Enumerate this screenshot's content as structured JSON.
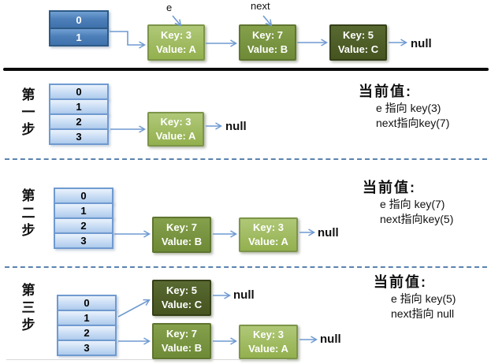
{
  "colors": {
    "bucket_blue": "#4F81BD",
    "bucket_blue_border": "#2D5986",
    "cell_blue": "#C8DCF4",
    "cell_blue_border": "#6F9AD0",
    "node_green_light": "#9FBC63",
    "node_green_mid": "#789440",
    "node_green_dark": "#4D5F26",
    "arrow_blue": "#6F9AD0",
    "dashed_separator": "#5B83AE",
    "solid_separator": "#0B0B0B"
  },
  "top": {
    "bucket_cells": [
      "0",
      "1"
    ],
    "pointer_e": "e",
    "pointer_next": "next",
    "nodes": [
      {
        "key": "Key: 3",
        "value": "Value: A"
      },
      {
        "key": "Key: 7",
        "value": "Value: B"
      },
      {
        "key": "Key: 5",
        "value": "Value: C"
      }
    ],
    "null_label": "null"
  },
  "steps": [
    {
      "label_chars": [
        "第",
        "一",
        "步"
      ],
      "table_cells": [
        "0",
        "1",
        "2",
        "3"
      ],
      "rows": [
        {
          "nodes": [
            {
              "key": "Key: 3",
              "value": "Value: A"
            }
          ],
          "null_label": "null"
        }
      ],
      "status": {
        "title": "当前值:",
        "lines": [
          "e 指向 key(3)",
          "next指向key(7)"
        ]
      }
    },
    {
      "label_chars": [
        "第",
        "二",
        "步"
      ],
      "table_cells": [
        "0",
        "1",
        "2",
        "3"
      ],
      "rows": [
        {
          "nodes": [
            {
              "key": "Key: 7",
              "value": "Value: B"
            },
            {
              "key": "Key: 3",
              "value": "Value: A"
            }
          ],
          "null_label": "null"
        }
      ],
      "status": {
        "title": "当前值:",
        "lines": [
          "e 指向 key(7)",
          "next指向key(5)"
        ]
      }
    },
    {
      "label_chars": [
        "第",
        "三",
        "步"
      ],
      "table_cells": [
        "0",
        "1",
        "2",
        "3"
      ],
      "rows": [
        {
          "nodes": [
            {
              "key": "Key: 5",
              "value": "Value: C"
            }
          ],
          "null_label": "null"
        },
        {
          "nodes": [
            {
              "key": "Key: 7",
              "value": "Value: B"
            },
            {
              "key": "Key: 3",
              "value": "Value: A"
            }
          ],
          "null_label": "null"
        }
      ],
      "status": {
        "title": "当前值:",
        "lines": [
          "e 指向 key(5)",
          "next指向 null"
        ]
      }
    }
  ]
}
